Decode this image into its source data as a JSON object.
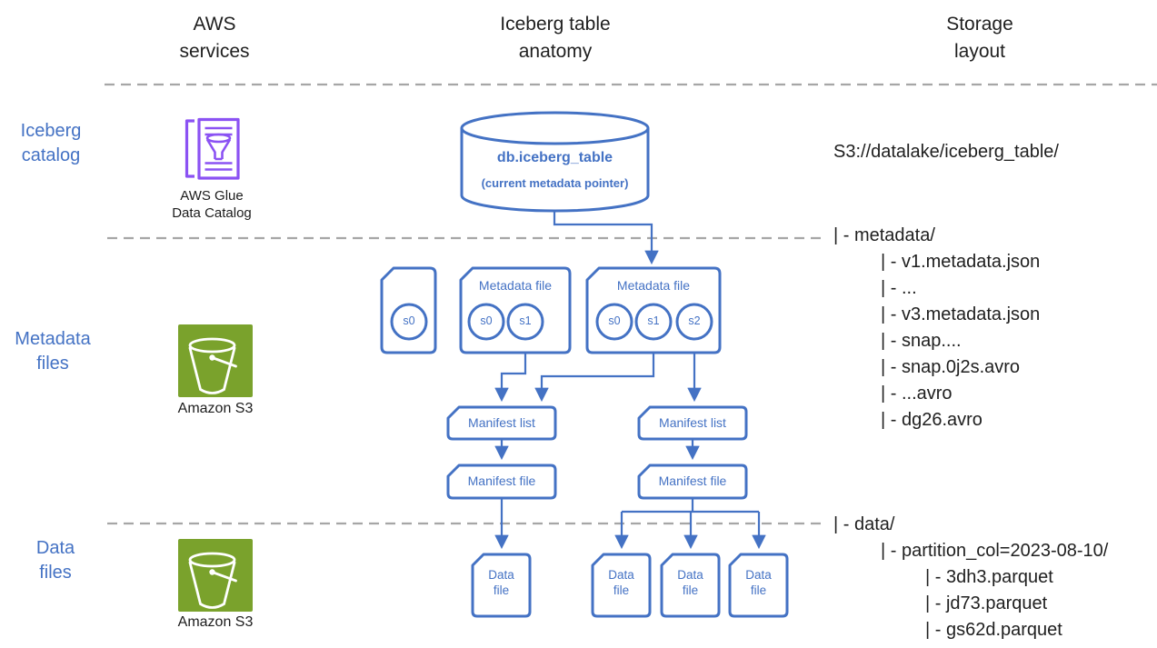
{
  "colors": {
    "diagram_blue": "#4472C4",
    "glue_purple": "#8b52f3",
    "s3_green": "#7aa22c",
    "dash_gray": "#a6a6a6",
    "text_black": "#1f1f1f"
  },
  "headers": {
    "services": "AWS\nservices",
    "anatomy": "Iceberg table\nanatomy",
    "storage": "Storage\nlayout"
  },
  "rows": {
    "catalog": "Iceberg\ncatalog",
    "metadata": "Metadata\nfiles",
    "data": "Data\nfiles"
  },
  "aws_services": {
    "glue": {
      "icon": "glue-data-catalog-icon",
      "label": "AWS Glue\nData Catalog"
    },
    "s3_metadata": {
      "icon": "s3-bucket-icon",
      "label": "Amazon S3"
    },
    "s3_data": {
      "icon": "s3-bucket-icon",
      "label": "Amazon S3"
    }
  },
  "catalog_node": {
    "name": "db.iceberg_table",
    "note": "(current metadata pointer)"
  },
  "metadata_nodes": {
    "file1": {
      "snapshots": [
        "s0"
      ]
    },
    "file2": {
      "label": "Metadata file",
      "snapshots": [
        "s0",
        "s1"
      ]
    },
    "file3": {
      "label": "Metadata file",
      "snapshots": [
        "s0",
        "s1",
        "s2"
      ]
    }
  },
  "manifest_nodes": {
    "list_left": "Manifest list",
    "list_right": "Manifest list",
    "file_left": "Manifest file",
    "file_right": "Manifest file"
  },
  "data_nodes": {
    "file1": "Data\nfile",
    "file2": "Data\nfile",
    "file3": "Data\nfile",
    "file4": "Data\nfile"
  },
  "storage_layout": {
    "root": "S3://datalake/iceberg_table/",
    "metadata_lines": [
      {
        "indent": 1,
        "text": "| - metadata/"
      },
      {
        "indent": 2,
        "text": "| - v1.metadata.json"
      },
      {
        "indent": 2,
        "text": "| - ..."
      },
      {
        "indent": 2,
        "text": "| - v3.metadata.json"
      },
      {
        "indent": 2,
        "text": "| - snap...."
      },
      {
        "indent": 2,
        "text": "| - snap.0j2s.avro"
      },
      {
        "indent": 2,
        "text": "| - ...avro"
      },
      {
        "indent": 2,
        "text": "| - dg26.avro"
      }
    ],
    "data_lines": [
      {
        "indent": 1,
        "text": "| - data/"
      },
      {
        "indent": 2,
        "text": "| - partition_col=2023-08-10/"
      },
      {
        "indent": 3,
        "text": "| - 3dh3.parquet"
      },
      {
        "indent": 3,
        "text": "| - jd73.parquet"
      },
      {
        "indent": 3,
        "text": "| - gs62d.parquet"
      }
    ]
  }
}
